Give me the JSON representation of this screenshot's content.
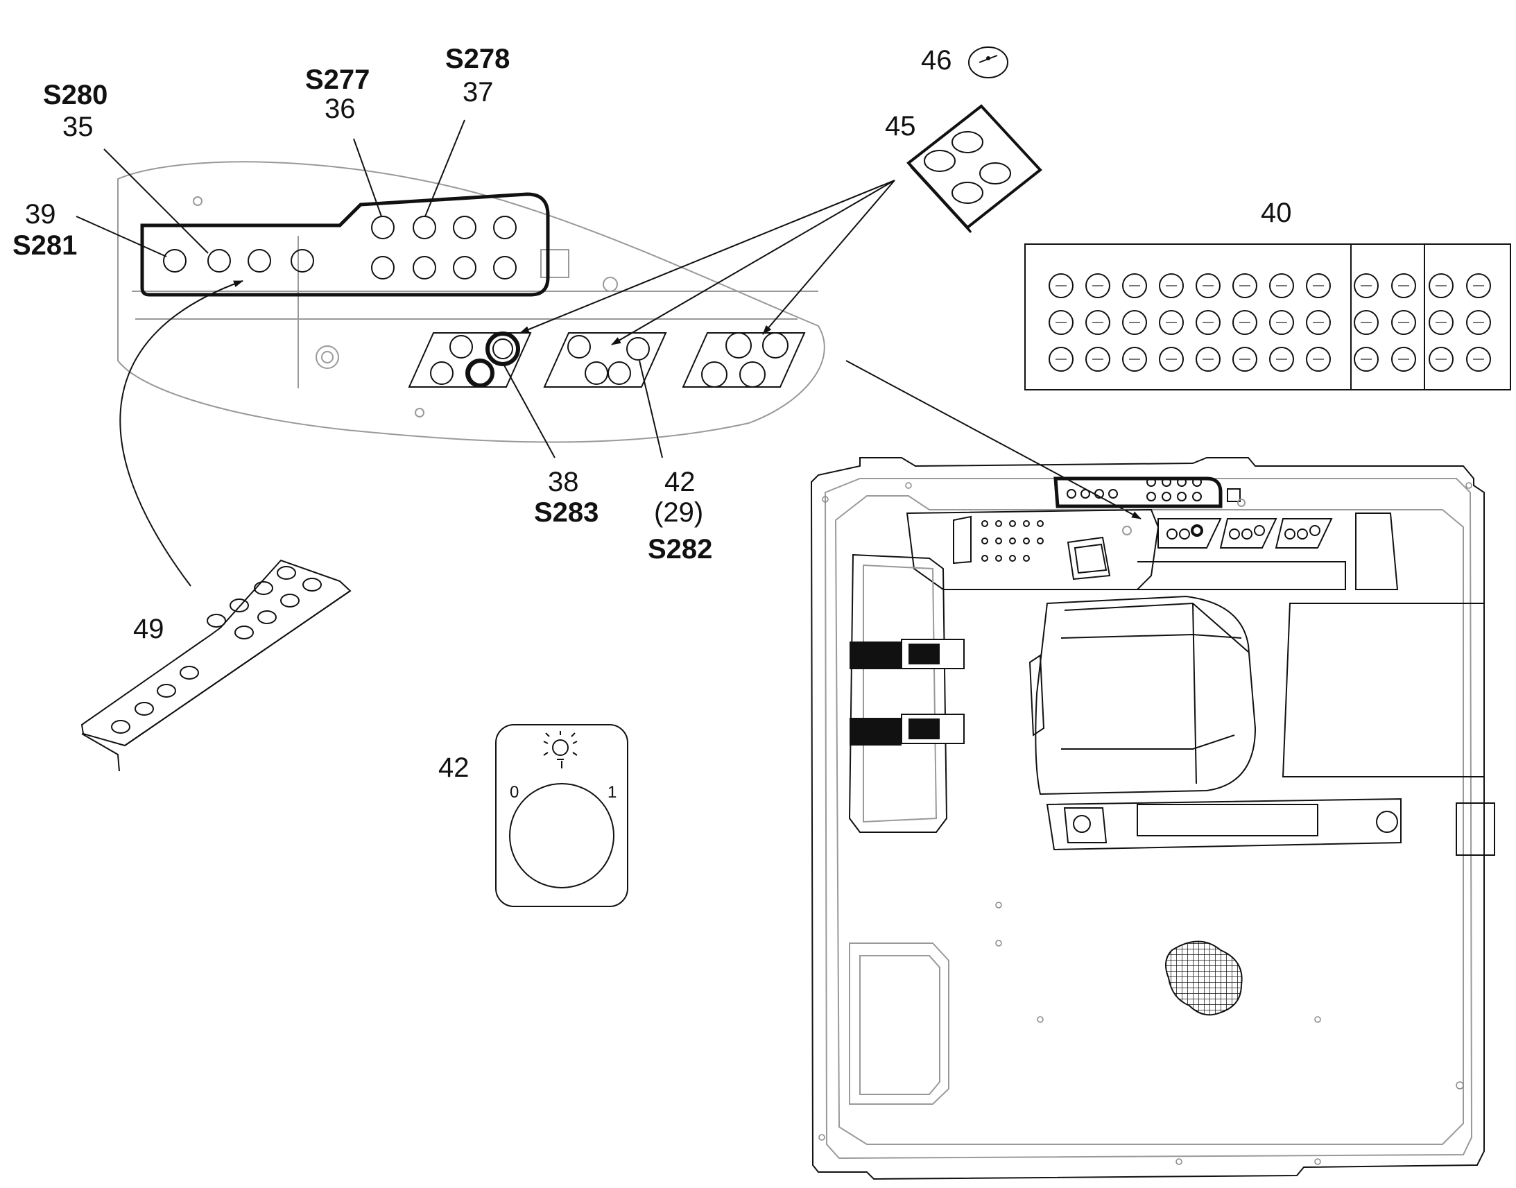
{
  "labels": {
    "n35": "35",
    "s280": "S280",
    "n36": "36",
    "s277": "S277",
    "n37": "37",
    "s278": "S278",
    "n39": "39",
    "s281": "S281",
    "n38": "38",
    "s283": "S283",
    "n42a": "42",
    "n29": "(29)",
    "s282": "S282",
    "n40": "40",
    "n45": "45",
    "n46": "46",
    "n49": "49",
    "n42b": "42",
    "sw_off": "0",
    "sw_on": "1"
  },
  "colors": {
    "line": "#111111",
    "light_line": "#999999",
    "background": "#ffffff"
  },
  "icons": {
    "switch_symbol": "light-bulb-icon"
  }
}
